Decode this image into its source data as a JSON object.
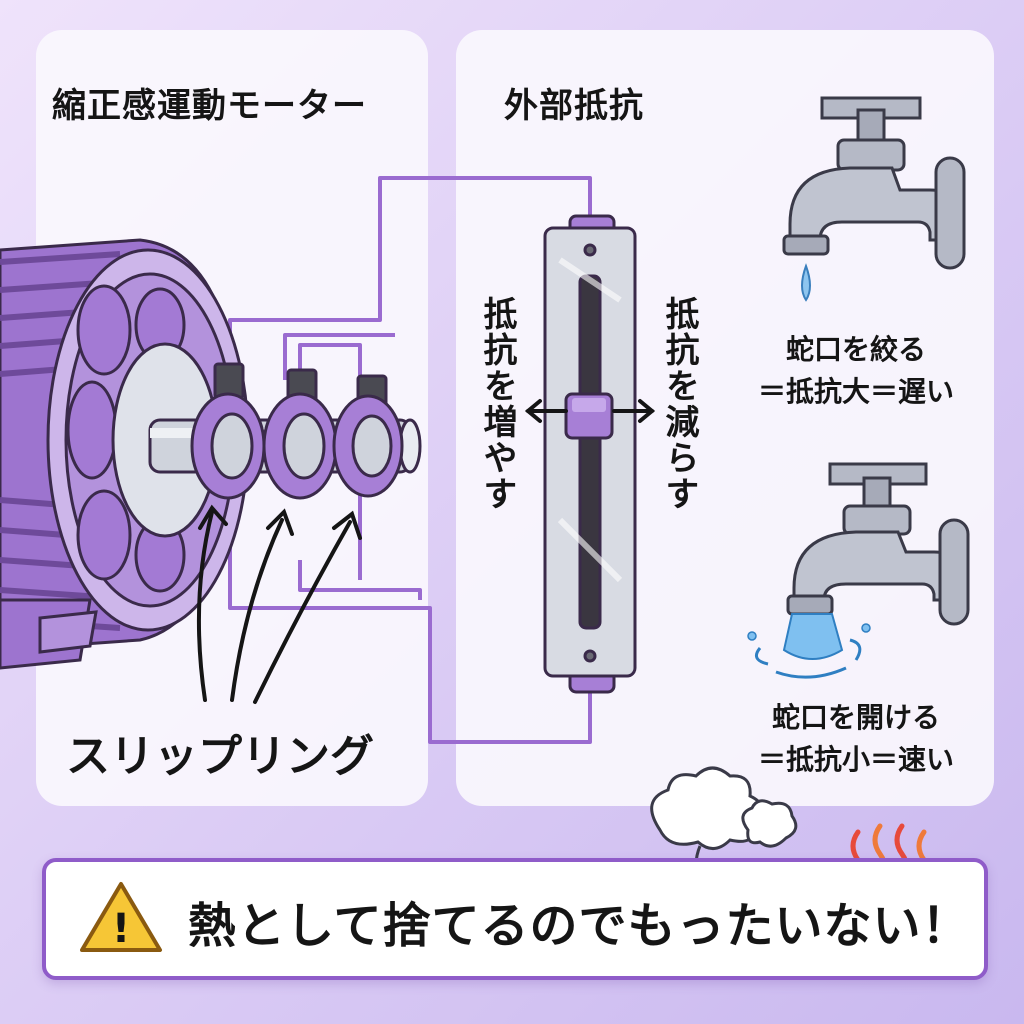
{
  "left_panel": {
    "title": "縮正感運動モーター",
    "slip_ring_label": "スリップリング"
  },
  "right_panel": {
    "title": "外部抵抗",
    "increase_label": "抵抗を増やす",
    "decrease_label": "抵抗を減らす",
    "tap_closed_line1": "蛇口を絞る",
    "tap_closed_line2": "＝抵抗大＝遅い",
    "tap_open_line1": "蛇口を開ける",
    "tap_open_line2": "＝抵抗小＝速い"
  },
  "warning": {
    "icon_glyph": "!",
    "text": "熱として捨てるのでもったいない！"
  },
  "colors": {
    "accent": "#8f5cc9",
    "purple": "#a77fd6",
    "metal": "#c9ccd6",
    "warning_yellow": "#f6c636"
  }
}
